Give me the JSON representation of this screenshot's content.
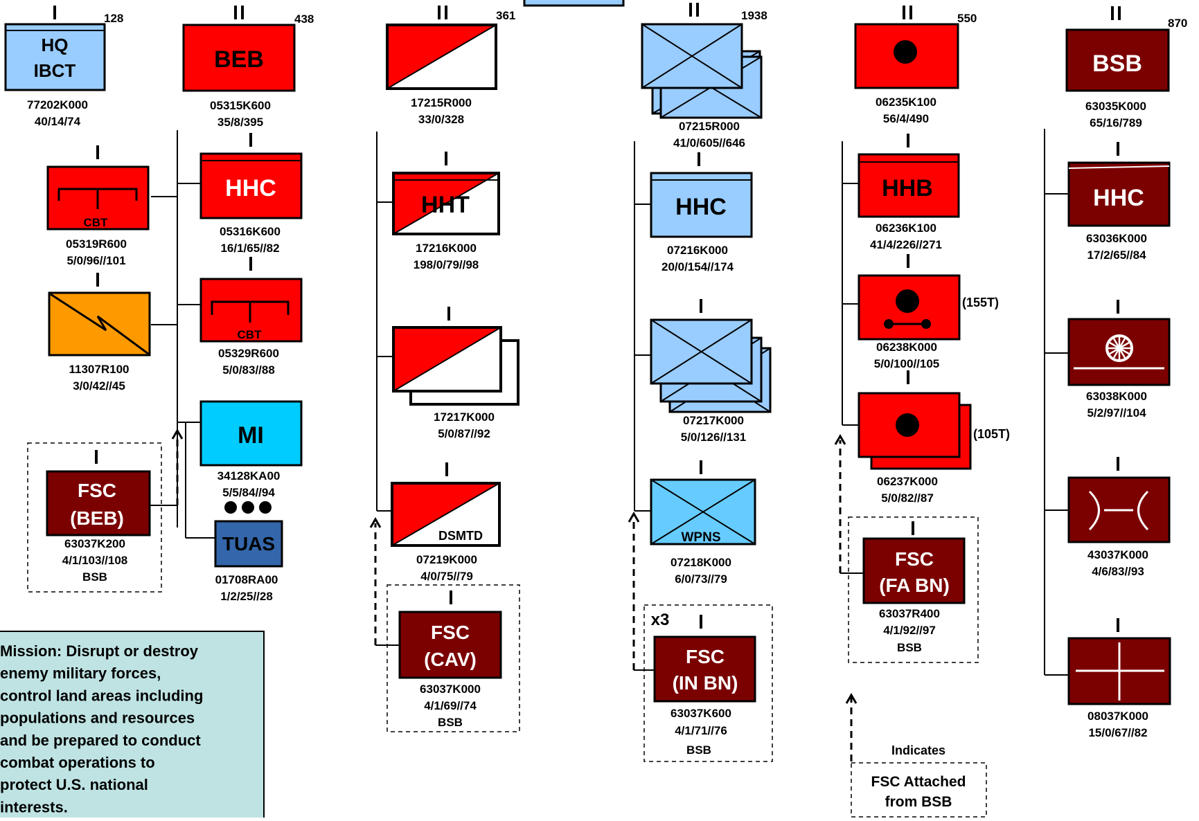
{
  "colors": {
    "red": "#FF0000",
    "maroon": "#7B0000",
    "light_blue": "#99CCFF",
    "cyan": "#00CCFF",
    "orange": "#FF9900",
    "navy": "#3366AA",
    "teal_box": "#BFE3E3"
  },
  "legend": {
    "line1": "Indicates",
    "line2": "FSC Attached",
    "line3": "from BSB"
  },
  "mission": {
    "lines": [
      "Mission: Disrupt or destroy",
      "enemy military forces,",
      "control land areas including",
      "populations and resources",
      "and be prepared to conduct",
      "combat operations to",
      "protect U.S. national",
      "interests."
    ]
  },
  "units": [
    {
      "id": "hq_ibct",
      "echelon": "I",
      "count": "128",
      "label1": "HQ",
      "label2": "IBCT",
      "code": "77202K000",
      "strength": "40/14/74"
    },
    {
      "id": "beb",
      "echelon": "II",
      "count": "438",
      "label1": "BEB",
      "code": "05315K600",
      "strength": "35/8/395"
    },
    {
      "id": "cbt1",
      "echelon": "I",
      "label1": "CBT",
      "code": "05319R600",
      "strength": "5/0/96//101"
    },
    {
      "id": "sig",
      "echelon": "I",
      "code": "11307R100",
      "strength": "3/0/42//45"
    },
    {
      "id": "beb_hhc",
      "echelon": "I",
      "label1": "HHC",
      "code": "05316K600",
      "strength": "16/1/65//82"
    },
    {
      "id": "cbt2",
      "echelon": "I",
      "label1": "CBT",
      "code": "05329R600",
      "strength": "5/0/83//88"
    },
    {
      "id": "mi",
      "label1": "MI",
      "code": "34128KA00",
      "strength": "5/5/84//94"
    },
    {
      "id": "tuas",
      "label1": "TUAS",
      "code": "01708RA00",
      "strength": "1/2/25//28"
    },
    {
      "id": "fsc_beb",
      "echelon": "I",
      "label1": "FSC",
      "label2": "(BEB)",
      "code": "63037K200",
      "strength": "4/1/103//108",
      "note": "BSB"
    },
    {
      "id": "cav",
      "echelon": "II",
      "count": "361",
      "code": "17215R000",
      "strength": "33/0/328"
    },
    {
      "id": "hht",
      "echelon": "I",
      "label1": "HHT",
      "code": "17216K000",
      "strength": "198/0/79//98"
    },
    {
      "id": "trp",
      "echelon": "I",
      "code": "17217K000",
      "strength": "5/0/87//92"
    },
    {
      "id": "dsmtd",
      "echelon": "I",
      "label1": "DSMTD",
      "code": "07219K000",
      "strength": "4/0/75//79"
    },
    {
      "id": "fsc_cav",
      "echelon": "I",
      "label1": "FSC",
      "label2": "(CAV)",
      "code": "63037K000",
      "strength": "4/1/69//74",
      "note": "BSB"
    },
    {
      "id": "inf",
      "echelon": "II",
      "count": "1938",
      "code": "07215R000",
      "strength": "41/0/605//646"
    },
    {
      "id": "inf_hhc",
      "echelon": "I",
      "label1": "HHC",
      "code": "07216K000",
      "strength": "20/0/154//174"
    },
    {
      "id": "rifle",
      "echelon": "I",
      "code": "07217K000",
      "strength": "5/0/126//131"
    },
    {
      "id": "wpns",
      "echelon": "I",
      "label1": "WPNS",
      "code": "07218K000",
      "strength": "6/0/73//79"
    },
    {
      "id": "fsc_in",
      "echelon": "I",
      "multiplier": "x3",
      "label1": "FSC",
      "label2": "(IN BN)",
      "code": "63037K600",
      "strength": "4/1/71//76",
      "note": "BSB"
    },
    {
      "id": "fa",
      "echelon": "II",
      "count": "550",
      "code": "06235K100",
      "strength": "56/4/490"
    },
    {
      "id": "hhb",
      "echelon": "I",
      "label1": "HHB",
      "code": "06236K100",
      "strength": "41/4/226//271"
    },
    {
      "id": "fa155",
      "echelon": "I",
      "tag": "(155T)",
      "code": "06238K000",
      "strength": "5/0/100//105"
    },
    {
      "id": "fa105",
      "echelon": "I",
      "tag": "(105T)",
      "code": "06237K000",
      "strength": "5/0/82//87"
    },
    {
      "id": "fsc_fa",
      "echelon": "I",
      "label1": "FSC",
      "label2": "(FA BN)",
      "code": "63037R400",
      "strength": "4/1/92//97",
      "note": "BSB"
    },
    {
      "id": "bsb",
      "echelon": "II",
      "count": "870",
      "label1": "BSB",
      "code": "63035K000",
      "strength": "65/16/789"
    },
    {
      "id": "bsb_hhc",
      "echelon": "I",
      "label1": "HHC",
      "code": "63036K000",
      "strength": "17/2/65//84"
    },
    {
      "id": "maint",
      "echelon": "I",
      "code": "63038K000",
      "strength": "5/2/97//104"
    },
    {
      "id": "dist",
      "echelon": "I",
      "code": "43037K000",
      "strength": "4/6/83//93"
    },
    {
      "id": "med",
      "echelon": "I",
      "code": "08037K000",
      "strength": "15/0/67//82"
    }
  ]
}
